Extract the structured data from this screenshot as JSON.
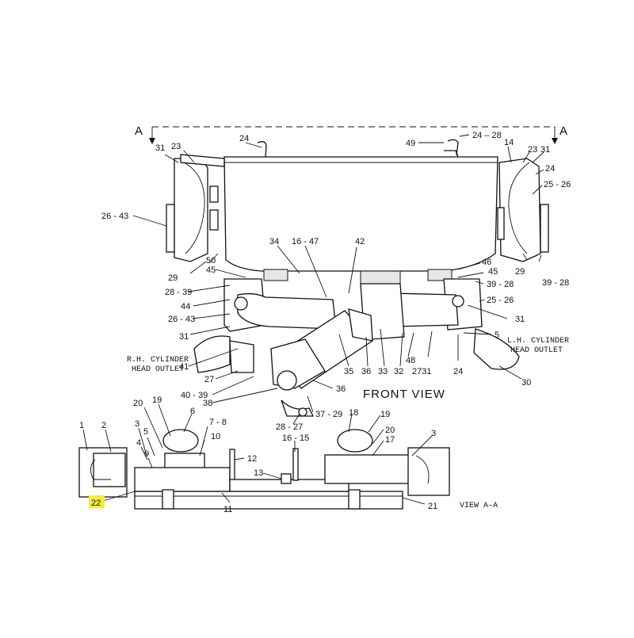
{
  "views": {
    "section_marker": "A",
    "front_view_title": "FRONT VIEW",
    "view_aa_title": "VIEW A–A"
  },
  "captions": {
    "rh_line1": "R.H. CYLINDER",
    "rh_line2": "HEAD OUTLET",
    "lh_line1": "L.H. CYLINDER",
    "lh_line2": "HEAD OUTLET"
  },
  "highlight": {
    "label": "22",
    "color": "#f3ee3a"
  },
  "callouts": {
    "c_49": "49",
    "c_24_28": "24 – 28",
    "c_24_top": "24",
    "c_31_tl": "31",
    "c_23_tl": "23",
    "c_26_43_l": "26 - 43",
    "c_14": "14",
    "c_23_tr": "23",
    "c_31_tr": "31",
    "c_24_r": "24",
    "c_25_26_r": "25 - 26",
    "c_29_l": "29",
    "c_50": "50",
    "c_45_l": "45",
    "c_34": "34",
    "c_16_47": "16 - 47",
    "c_42": "42",
    "c_28_39_l": "28 - 39",
    "c_44": "44",
    "c_26_43_ml": "26 - 43",
    "c_31_ml": "31",
    "c_46": "46",
    "c_45_r": "45",
    "c_29_r": "29",
    "c_39_28_r": "39 - 28",
    "c_39_28_mr": "39 - 28",
    "c_25_26_mr": "25 - 26",
    "c_31_mr": "31",
    "c_5_r": "5",
    "c_41": "41",
    "c_27": "27",
    "c_40_39": "40 - 39",
    "c_38": "38",
    "c_35": "35",
    "c_36_a": "36",
    "c_33": "33",
    "c_32": "32",
    "c_27_31": "2731",
    "c_24_mid": "24",
    "c_30": "30",
    "c_36_b": "36",
    "c_37_29": "37 - 29",
    "c_28_27": "28 - 27",
    "c_1": "1",
    "c_2": "2",
    "c_3_l": "3",
    "c_4": "4",
    "c_5_l": "5",
    "c_9": "9",
    "c_19_l": "19",
    "c_20_l": "20",
    "c_6": "6",
    "c_7_8": "7 - 8",
    "c_10": "10",
    "c_12": "12",
    "c_13": "13",
    "c_16_15": "16 - 15",
    "c_11": "11",
    "c_18": "18",
    "c_19_r": "19",
    "c_20_r": "20",
    "c_17": "17",
    "c_3_r": "3",
    "c_21": "21"
  }
}
